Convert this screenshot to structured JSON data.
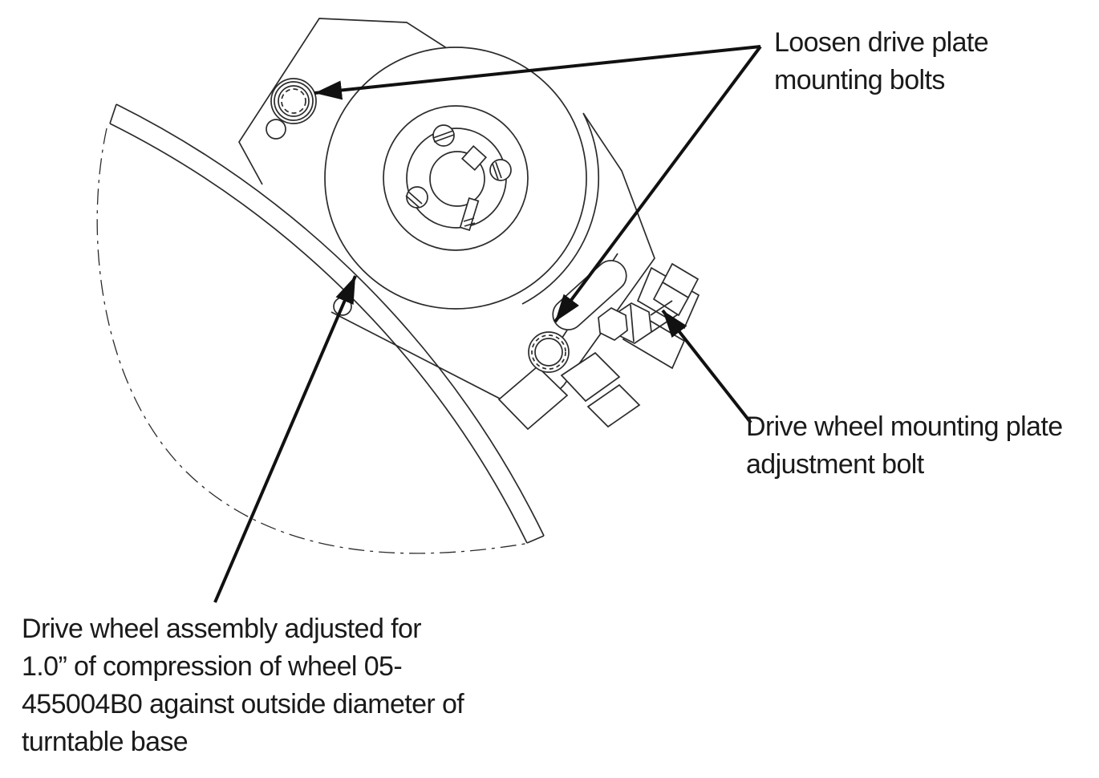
{
  "figure": {
    "colors": {
      "background": "#ffffff",
      "line": "#2b2b2b",
      "arrow": "#111111",
      "text": "#1a1a1a"
    },
    "callouts": {
      "loosen_drive_plate": {
        "lines": [
          "Loosen drive plate",
          "mounting bolts"
        ]
      },
      "adjustment_bolt": {
        "lines": [
          "Drive wheel mounting plate",
          "adjustment bolt"
        ]
      },
      "compression_note": {
        "lines": [
          "Drive wheel assembly adjusted for",
          "1.0” of compression of wheel 05-",
          "455004B0 against outside diameter of",
          "turntable base"
        ]
      }
    }
  }
}
